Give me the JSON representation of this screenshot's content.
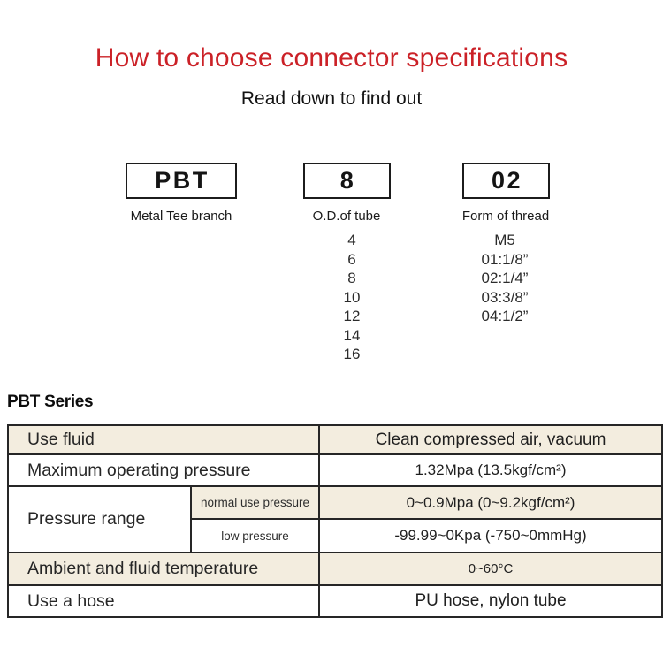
{
  "header": {
    "title": "How to choose connector specifications",
    "subtitle": "Read down to find out"
  },
  "model_code": {
    "segments": [
      {
        "code": "PBT",
        "label": "Metal Tee branch"
      },
      {
        "code": "8",
        "label": "O.D.of tube"
      },
      {
        "code": "02",
        "label": "Form of thread"
      }
    ],
    "tube_sizes": [
      "4",
      "6",
      "8",
      "10",
      "12",
      "14",
      "16"
    ],
    "thread_options": [
      "M5",
      "01:1/8”",
      "02:1/4”",
      "03:3/8”",
      "04:1/2”"
    ]
  },
  "series": {
    "heading": "PBT Series",
    "specs": {
      "use_fluid": {
        "label": "Use fluid",
        "value": "Clean compressed air, vacuum"
      },
      "max_pressure": {
        "label": "Maximum operating pressure",
        "value": "1.32Mpa (13.5kgf/cm²)"
      },
      "pressure_range": {
        "label": "Pressure range",
        "normal": {
          "label": "normal use pressure",
          "value": "0~0.9Mpa (0~9.2kgf/cm²)"
        },
        "low": {
          "label": "low pressure",
          "value": "-99.99~0Kpa (-750~0mmHg)"
        }
      },
      "temperature": {
        "label": "Ambient and fluid temperature",
        "value": "0~60°C"
      },
      "hose": {
        "label": "Use a hose",
        "value": "PU hose, nylon tube"
      }
    }
  },
  "colors": {
    "accent_red": "#cb2127",
    "row_beige": "#f3eddf",
    "table_border": "#262626"
  }
}
